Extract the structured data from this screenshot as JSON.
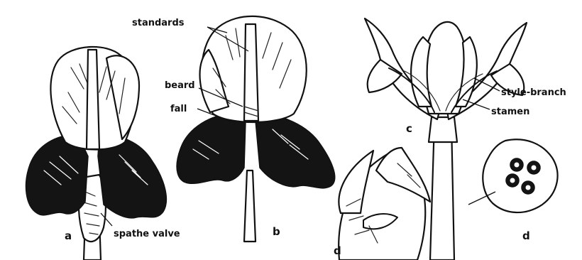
{
  "labels": {
    "standards": "standards",
    "beard": "beard",
    "fall": "fall",
    "spathe_valve": "spathe valve",
    "style_branch": "style-branch",
    "stamen": "stamen",
    "letter_a": "a",
    "letter_b": "b",
    "letter_c": "c",
    "letter_d_left": "d",
    "letter_d_right": "d"
  },
  "colors": {
    "ink": "#111111",
    "paper": "#ffffff"
  }
}
